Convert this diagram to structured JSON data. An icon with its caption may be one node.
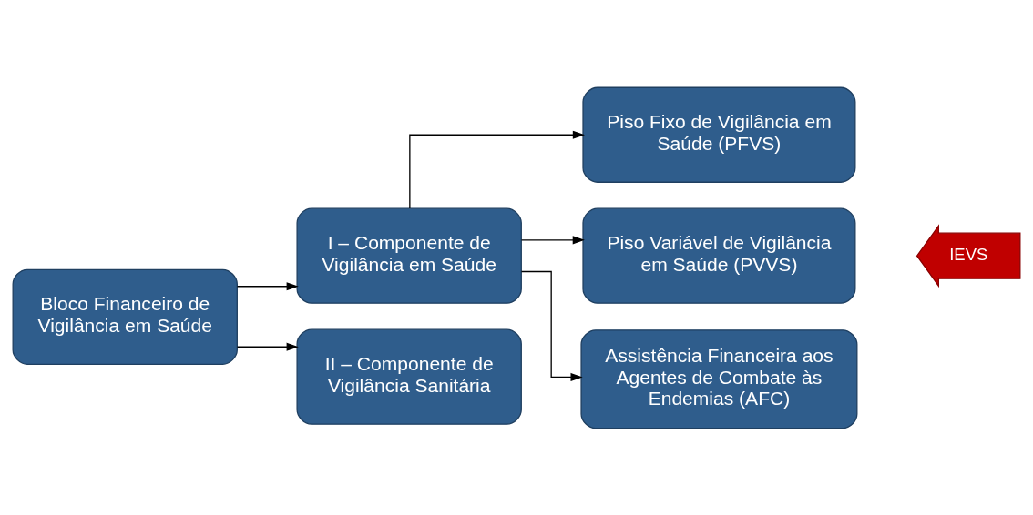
{
  "diagram": {
    "nodes": [
      {
        "text": [
          "Bloco Financeiro de Vigilância em Saúde"
        ]
      },
      {
        "text": [
          "I – Componente de Vigilância em Saúde"
        ]
      },
      {
        "text": [
          "II – Componente de Vigilância Sanitária"
        ]
      },
      {
        "text": [
          "Piso Fixo de Vigilância em Saúde (PFVS)"
        ]
      },
      {
        "text": [
          "Piso Variável de Vigilância em Saúde (PVVS)"
        ]
      },
      {
        "text": [
          "Assistência Financeira aos Agentes de Combate às Endemias (AFC)"
        ]
      },
      {
        "text": [
          "IEVS"
        ]
      }
    ],
    "edges": [
      {
        "from": 0,
        "to": 1,
        "arrow": "to"
      },
      {
        "from": 0,
        "to": 2,
        "arrow": "to"
      },
      {
        "from": 1,
        "to": 3,
        "arrow": "to"
      },
      {
        "from": 1,
        "to": 4,
        "arrow": "to"
      },
      {
        "from": 1,
        "to": 5,
        "arrow": "to"
      }
    ]
  }
}
